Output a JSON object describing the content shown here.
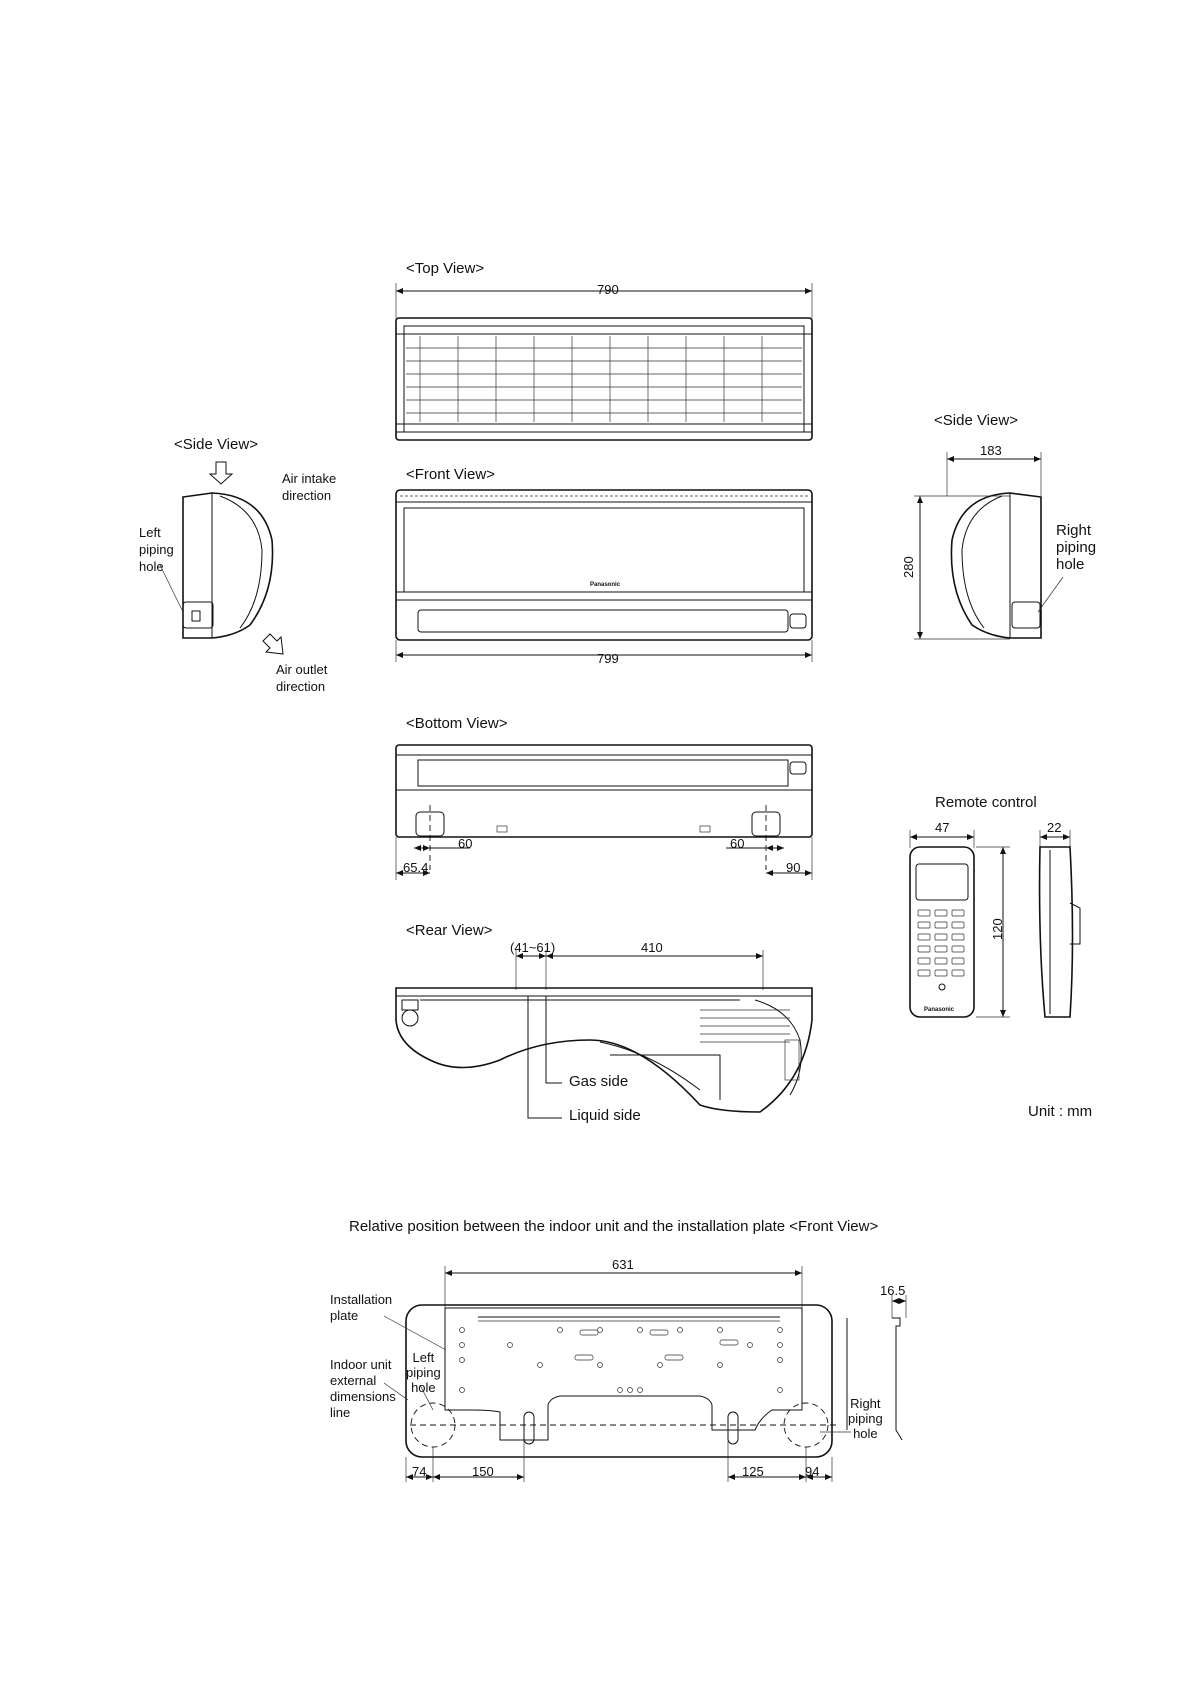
{
  "views": {
    "top": "<Top View>",
    "side_left": "<Side View>",
    "side_right": "<Side View>",
    "front": "<Front View>",
    "bottom": "<Bottom View>",
    "rear": "<Rear View>"
  },
  "labels": {
    "air_intake": "Air intake\ndirection",
    "air_outlet": "Air outlet\ndirection",
    "left_piping_hole": "Left\npiping\nhole",
    "right_piping_hole": "Right\npiping\nhole",
    "remote_control": "Remote control",
    "gas_side": "Gas side",
    "liquid_side": "Liquid side",
    "unit": "Unit : mm",
    "brand": "Panasonic"
  },
  "dimensions": {
    "top_width": "790",
    "front_width": "799",
    "side_depth": "183",
    "side_height": "280",
    "bottom_left_60": "60",
    "bottom_right_60": "60",
    "bottom_left_65": "65.4",
    "bottom_right_90": "90",
    "remote_width": "47",
    "remote_depth": "22",
    "remote_height": "120",
    "rear_range": "(41~61)",
    "rear_410": "410"
  },
  "plate": {
    "title": "Relative position between the indoor unit and the installation plate <Front View>",
    "installation_plate": "Installation\nplate",
    "indoor_unit_line": "Indoor unit\nexternal\ndimensions\nline",
    "left_piping_hole": "Left\npiping\nhole",
    "right_piping_hole": "Right\npiping\nhole",
    "dim_631": "631",
    "dim_16_5": "16.5",
    "dim_74": "74",
    "dim_150": "150",
    "dim_125": "125",
    "dim_94": "94"
  }
}
